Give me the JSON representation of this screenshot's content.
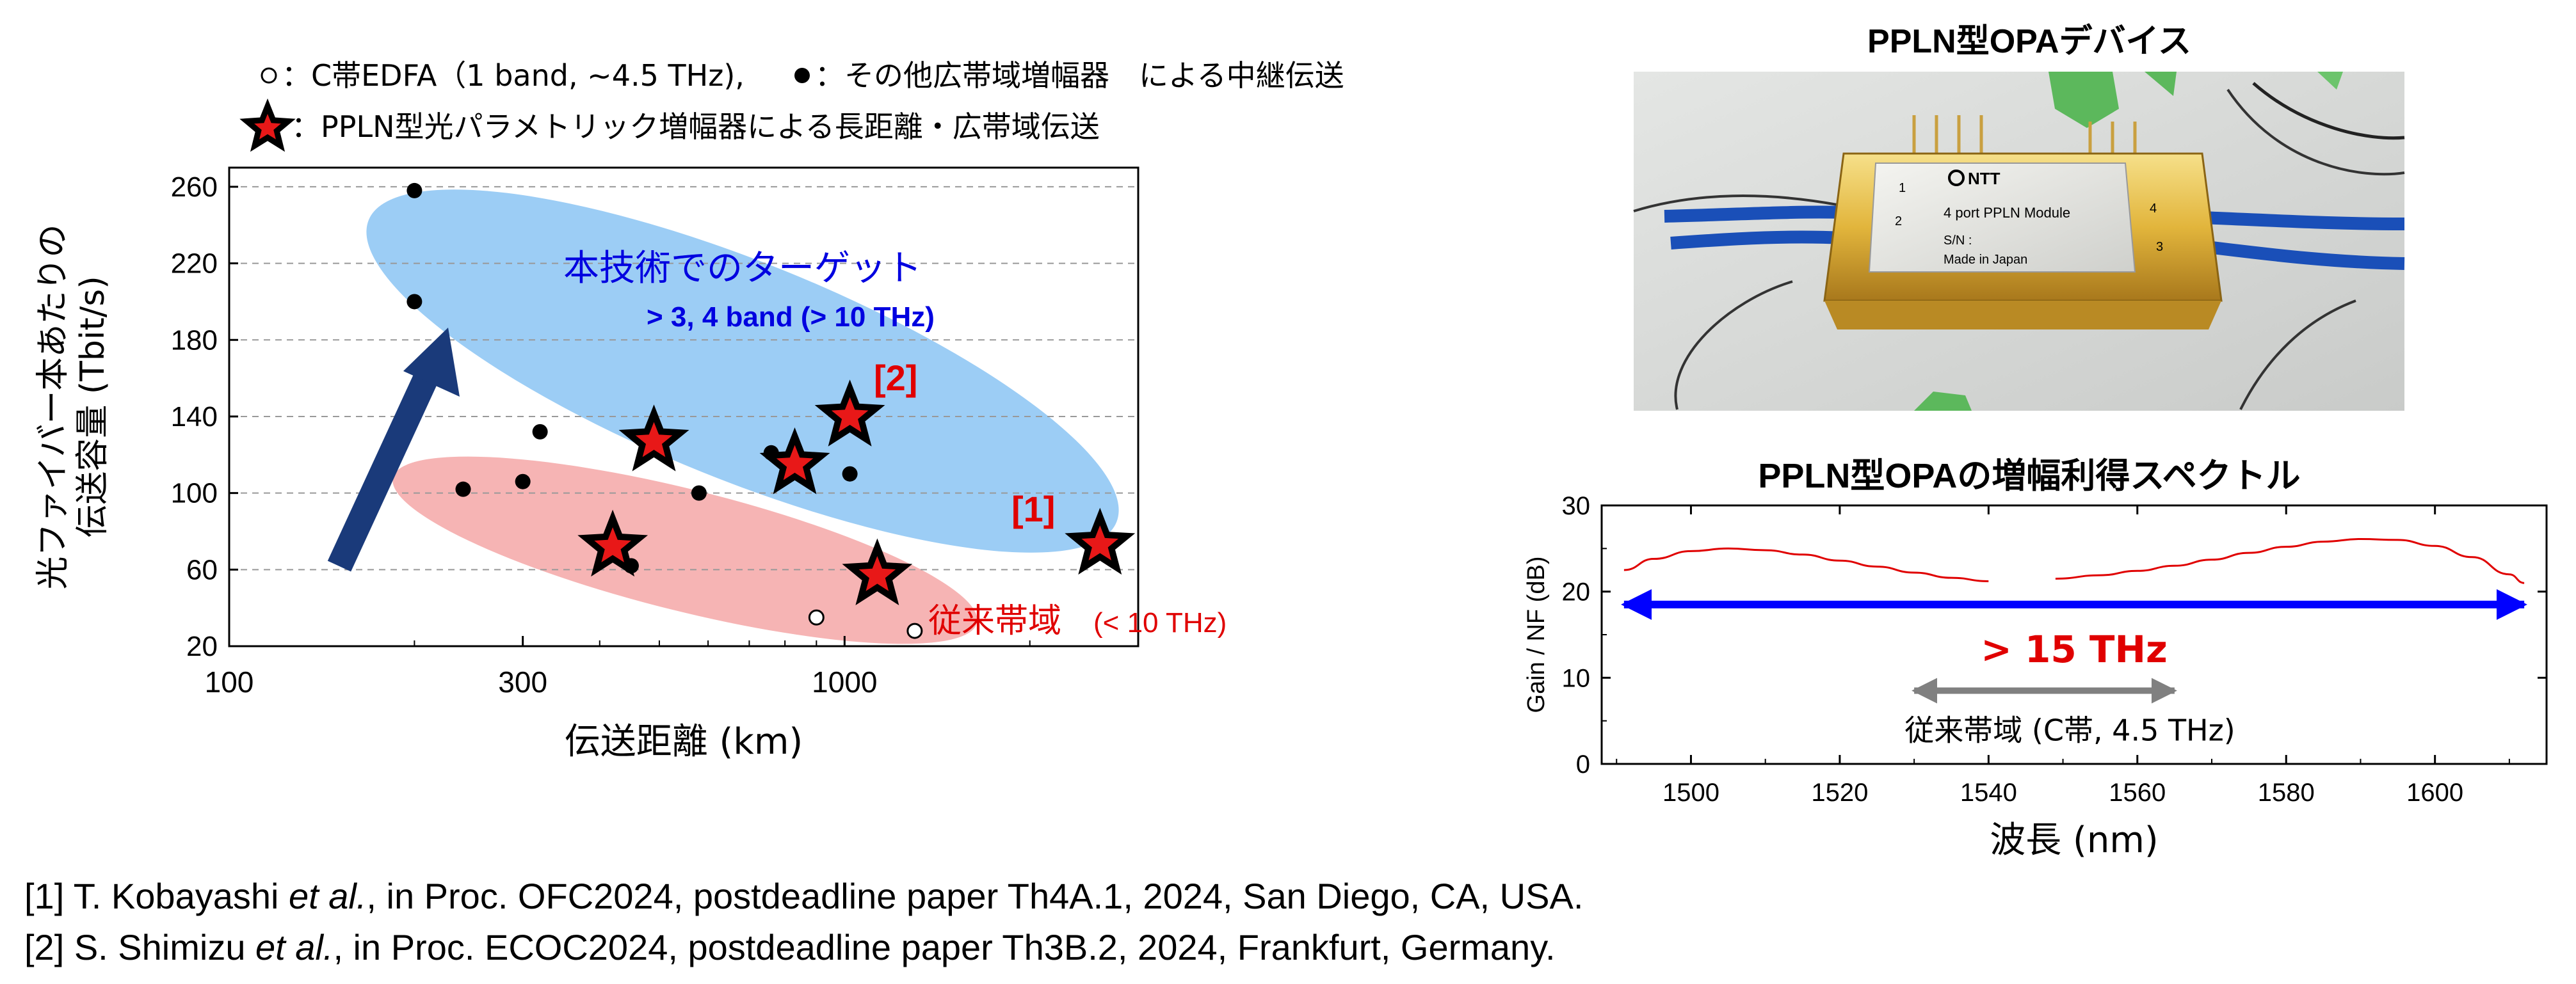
{
  "legend": {
    "open_circle": "：C帯EDFA（1 band, ~4.5 THz),",
    "filled_dot": "：その他広帯域増幅器　による中継伝送",
    "star": "：PPLN型光パラメトリック増幅器による長距離・広帯域伝送"
  },
  "annotations": {
    "target_title": "本技術でのターゲット",
    "target_sub": "> 3, 4 band (> 10 THz)",
    "conventional": "従来帯域",
    "conventional_sub": "(< 10 THz)",
    "label_1": "[1]",
    "label_2": "[2]"
  },
  "photo": {
    "title": "PPLN型OPAデバイス",
    "module_brand": "NTT",
    "module_name": "4 port PPLN Module",
    "module_sn": "S/N :",
    "module_made": "Made in Japan",
    "port_1": "1",
    "port_2": "2",
    "port_3": "3",
    "port_4": "4"
  },
  "chart_data": [
    {
      "type": "scatter",
      "title": "",
      "xlabel": "伝送距離 (km)",
      "ylabel_line1": "光ファイバー本あたりの",
      "ylabel_line2": "伝送容量 (Tbit/s)",
      "xscale": "log",
      "xlim": [
        100,
        3000
      ],
      "ylim": [
        20,
        270
      ],
      "xticks": [
        100,
        300,
        1000
      ],
      "xtick_labels": [
        "100",
        "300",
        "1000"
      ],
      "yticks": [
        20,
        60,
        100,
        140,
        180,
        220,
        260
      ],
      "ytick_labels": [
        "20",
        "60",
        "100",
        "140",
        "180",
        "220",
        "260"
      ],
      "grid": "horizontal dashed",
      "series": [
        {
          "marker": "open-circle",
          "points": [
            [
              900,
              35
            ],
            [
              1300,
              28
            ]
          ]
        },
        {
          "marker": "filled-dot",
          "points": [
            [
              200,
              258
            ],
            [
              200,
              200
            ],
            [
              240,
              102
            ],
            [
              300,
              106
            ],
            [
              320,
              132
            ],
            [
              450,
              62
            ],
            [
              580,
              100
            ],
            [
              760,
              121
            ],
            [
              1020,
              110
            ]
          ]
        },
        {
          "marker": "star",
          "points": [
            [
              420,
              72
            ],
            [
              490,
              127
            ],
            [
              830,
              115
            ],
            [
              1020,
              140
            ],
            [
              1130,
              57
            ],
            [
              2600,
              73
            ]
          ]
        }
      ]
    },
    {
      "type": "line",
      "title": "PPLN型OPAの増幅利得スペクトル",
      "xlabel": "波長 (nm)",
      "ylabel": "Gain / NF (dB)",
      "xlim": [
        1488,
        1615
      ],
      "ylim": [
        0,
        30
      ],
      "xticks": [
        1500,
        1520,
        1540,
        1560,
        1580,
        1600
      ],
      "xtick_labels": [
        "1500",
        "1520",
        "1540",
        "1560",
        "1580",
        "1600"
      ],
      "yticks": [
        0,
        10,
        20,
        30
      ],
      "ytick_labels": [
        "0",
        "10",
        "20",
        "30"
      ],
      "series": [
        {
          "segment": 1,
          "x": [
            1491,
            1495,
            1500,
            1505,
            1510,
            1515,
            1520,
            1525,
            1530,
            1535,
            1540
          ],
          "y": [
            22.5,
            23.8,
            24.7,
            25.0,
            24.8,
            24.3,
            23.6,
            22.9,
            22.2,
            21.6,
            21.2
          ]
        },
        {
          "segment": 2,
          "x": [
            1549,
            1555,
            1560,
            1565,
            1570,
            1575,
            1580,
            1585,
            1590,
            1595,
            1600,
            1605,
            1610,
            1612
          ],
          "y": [
            21.5,
            21.9,
            22.4,
            23.0,
            23.7,
            24.5,
            25.2,
            25.8,
            26.1,
            26.0,
            25.3,
            24.0,
            22.0,
            21.0
          ]
        }
      ],
      "bands": [
        {
          "from": 1491,
          "to": 1612,
          "y": 18.5,
          "label": "> 15 THz",
          "color": "#0000ff"
        },
        {
          "from": 1530,
          "to": 1565,
          "y": 8.5,
          "label": "従来帯域 (C帯, 4.5 THz)",
          "color": "#808080"
        }
      ]
    }
  ],
  "references": [
    {
      "pre": "[1] T. Kobayashi ",
      "em": "et al.",
      "post": ", in Proc. OFC2024, postdeadline paper Th4A.1, 2024, San Diego, CA, USA."
    },
    {
      "pre": "[2] S. Shimizu ",
      "em": "et al.",
      "post": ", in Proc. ECOC2024, postdeadline paper Th3B.2, 2024, Frankfurt, Germany."
    }
  ],
  "colors": {
    "target_ellipse": "#9ccdf5",
    "conventional_ellipse": "#f6b4b4",
    "arrow": "#1a3a7a",
    "star_fill": "#e81818",
    "gain_curve": "#e00000",
    "wide_band": "#0000ff",
    "c_band": "#808080",
    "label_red": "#e00000",
    "target_text": "#0000e0"
  }
}
